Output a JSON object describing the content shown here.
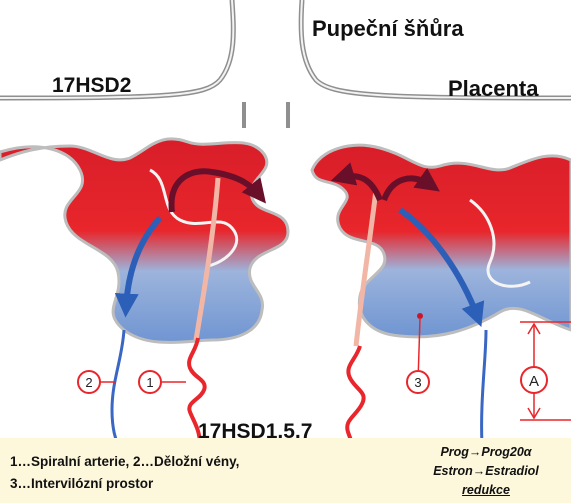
{
  "diagram": {
    "title": "Pupeční šňůra",
    "label_left": "17HSD2",
    "label_right": "Placenta",
    "label_bottom": "17HSD1,5,7",
    "markers": [
      "2",
      "1",
      "3",
      "A"
    ]
  },
  "legend": {
    "line1": "1…Spiralní arterie, 2…Děložní vény,",
    "line2": "3…Intervilózní prostor"
  },
  "note": {
    "line1": "Prog→Prog20α",
    "line2": "Estron→Estradiol",
    "line3": "redukce"
  },
  "colors": {
    "artery_red": "#e8262b",
    "vein_blue": "#3a66c4",
    "exchange_blue": "#7fa3d8",
    "legend_bg": "#fdf7dc"
  }
}
